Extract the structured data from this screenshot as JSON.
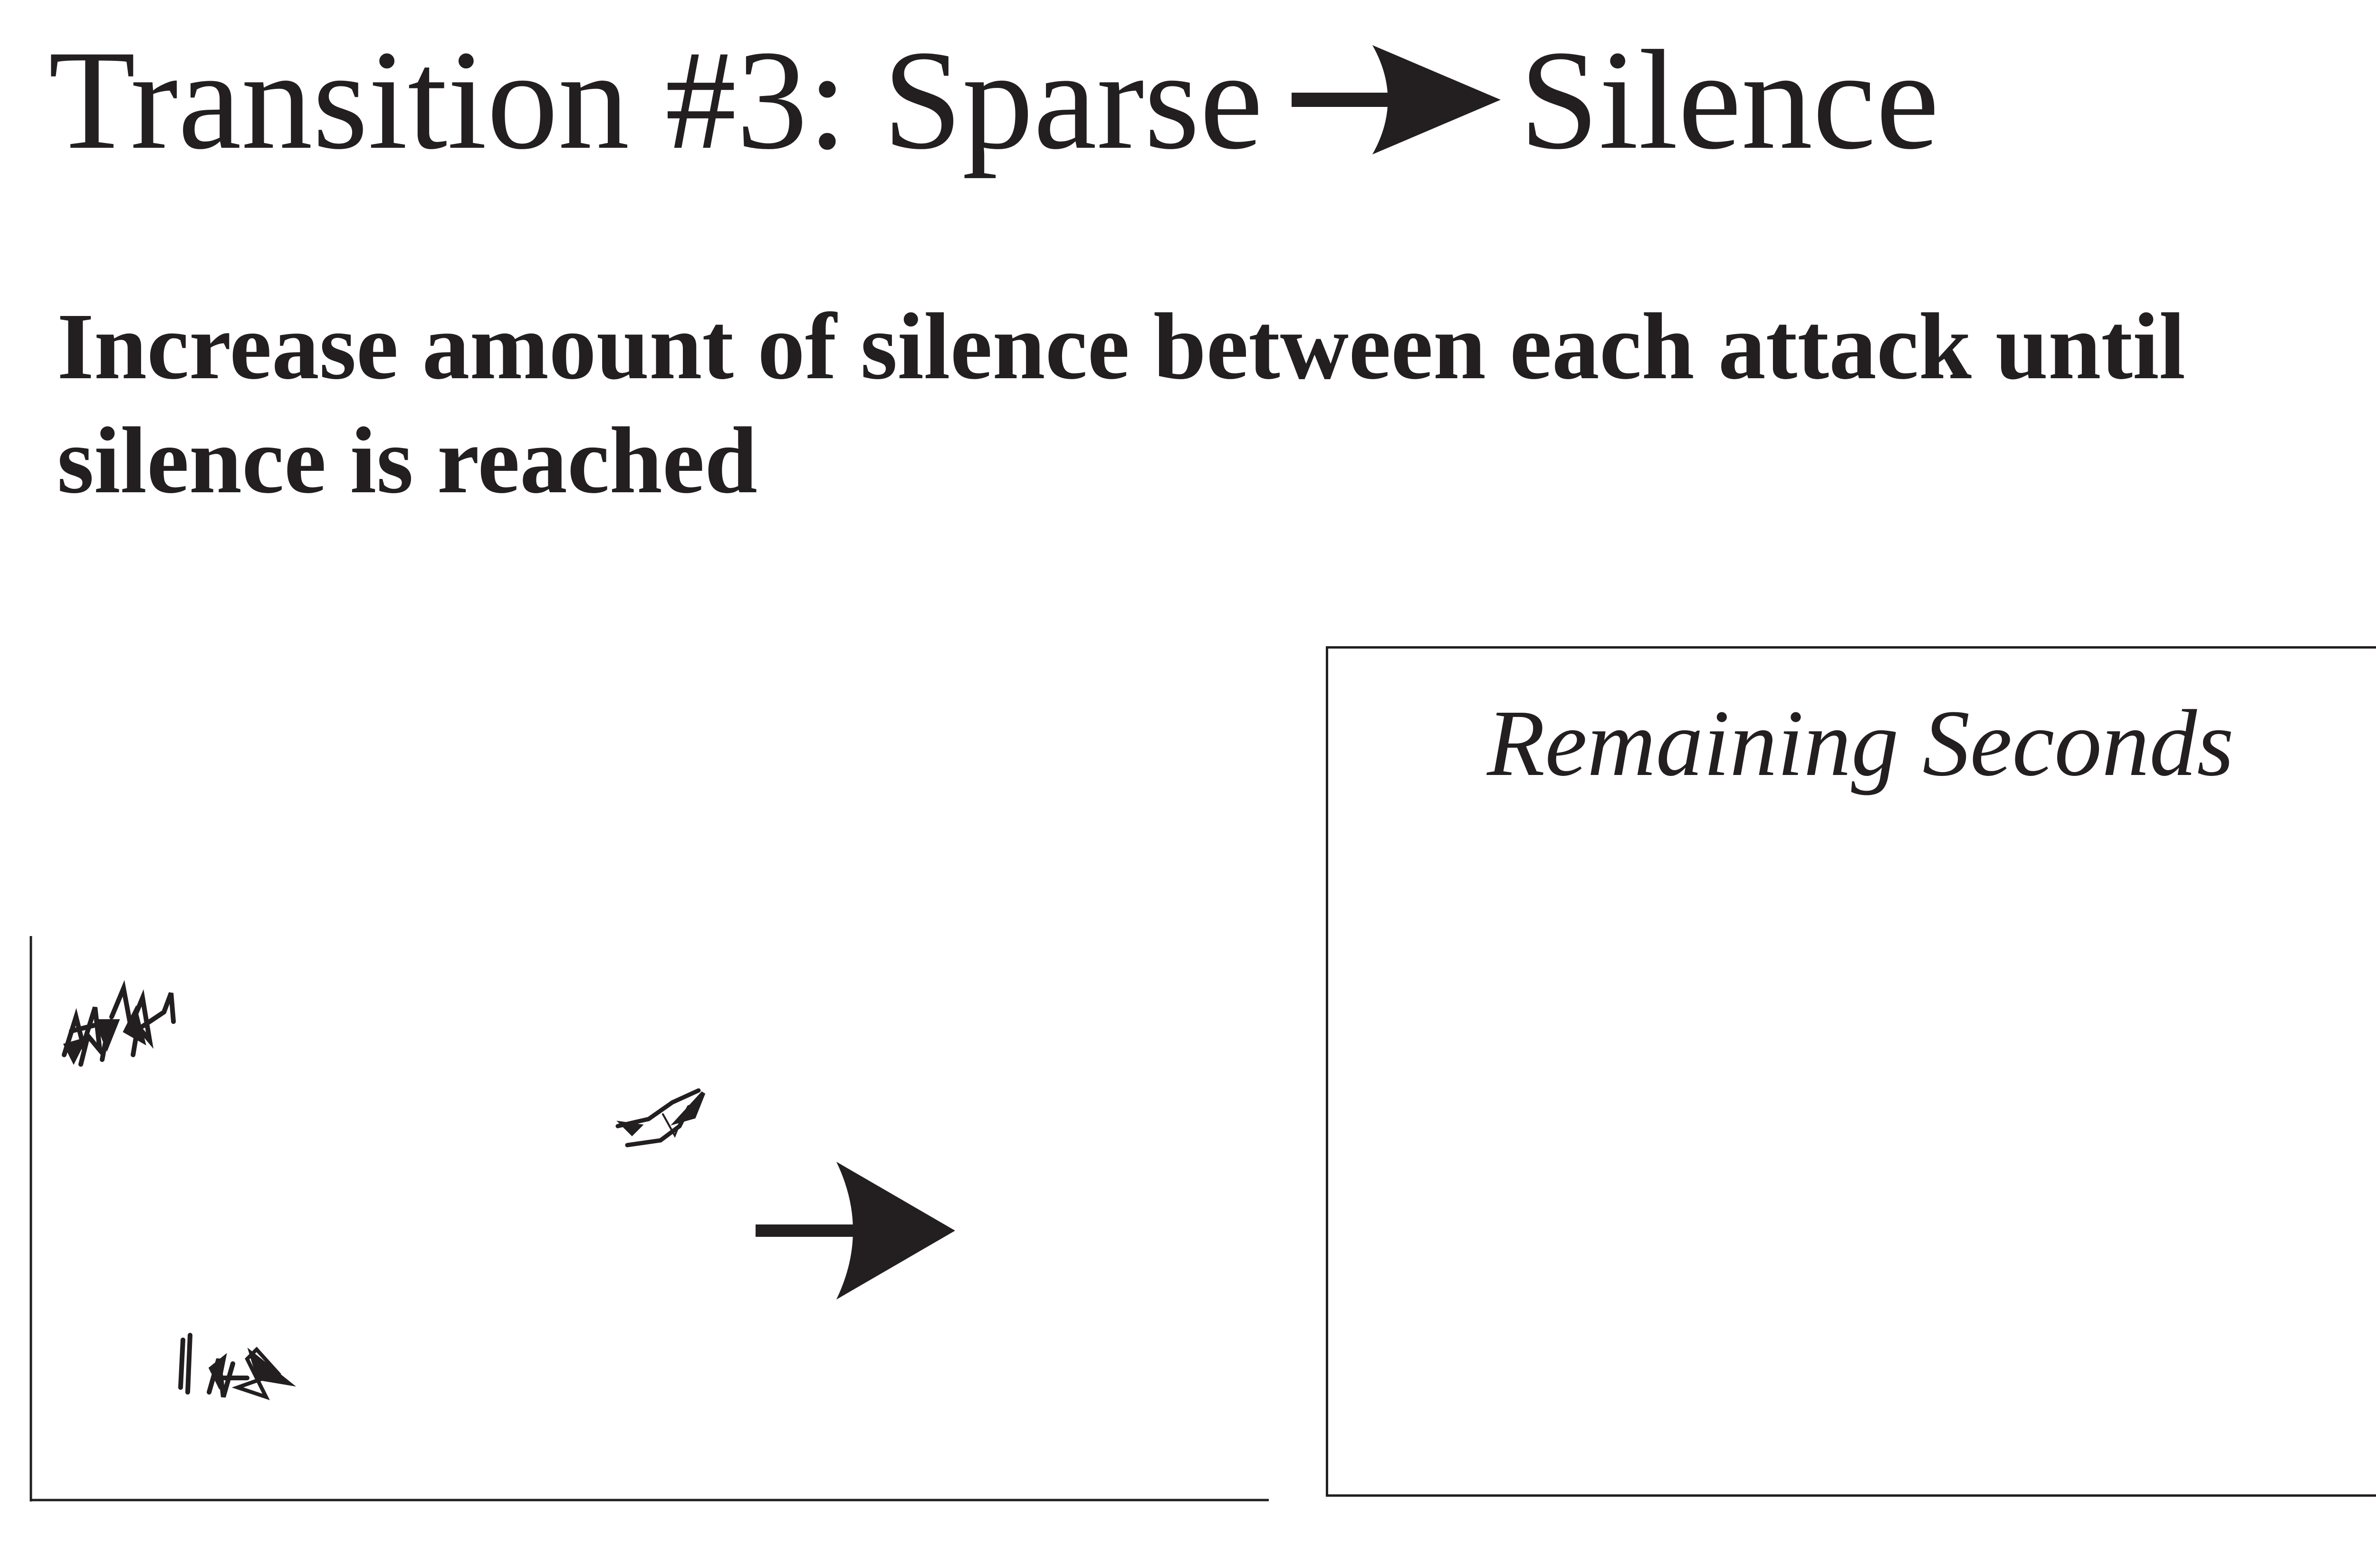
{
  "title": {
    "prefix": "Transition #3: Sparse",
    "arrow_icon": "right-arrow-icon",
    "suffix": "Silence"
  },
  "instruction": "Increase amount of silence between each attack until silence is reached",
  "graphic": {
    "description_icons": [
      "scribble-glyph-icon",
      "right-arrow-icon"
    ]
  },
  "remaining_box": {
    "label": "Remaining Seconds"
  },
  "colors": {
    "ink": "#231f20",
    "background": "#ffffff"
  }
}
